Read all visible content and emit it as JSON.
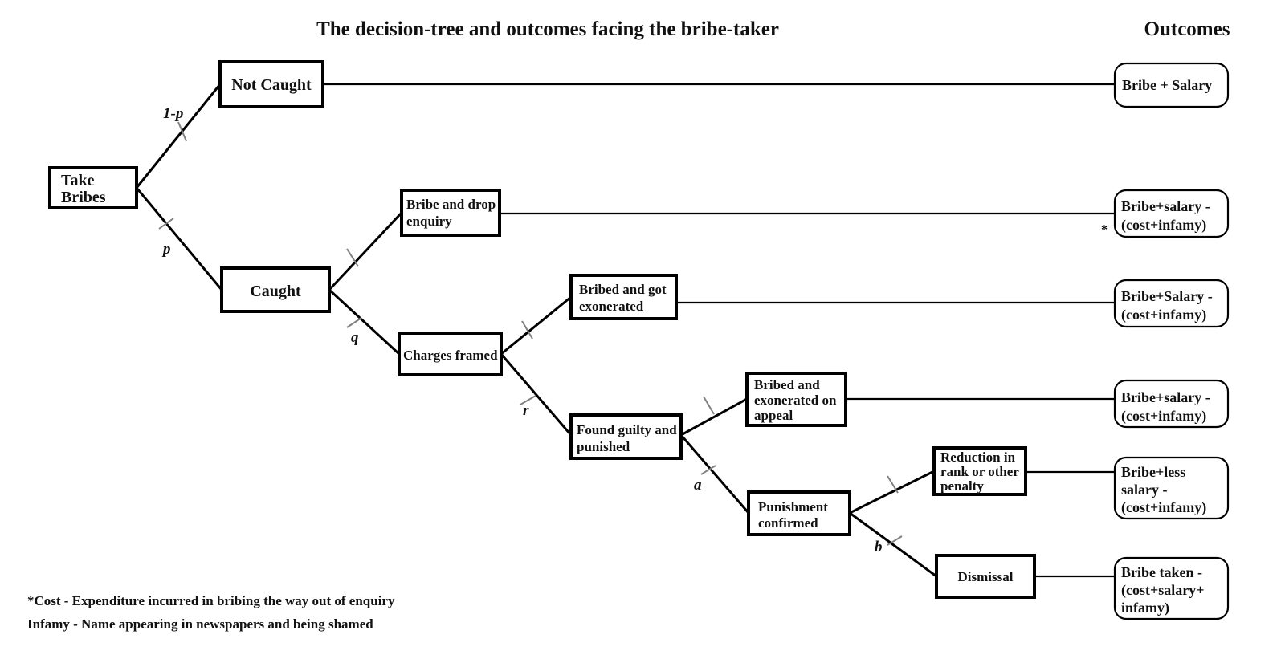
{
  "header": {
    "title": "The decision-tree and outcomes facing the bribe-taker",
    "outcomes_column_title": "Outcomes"
  },
  "nodes": {
    "take_bribes": "Take\nBribes",
    "take_bribes_line1": "Take",
    "take_bribes_line2": "Bribes",
    "not_caught": "Not Caught",
    "caught": "Caught",
    "bribe_and_drop_enquiry_line1": "Bribe and drop",
    "bribe_and_drop_enquiry_line2": "enquiry",
    "charges_framed": "Charges framed",
    "bribed_and_got_exonerated_line1": "Bribed and got",
    "bribed_and_got_exonerated_line2": "exonerated",
    "found_guilty_line1": "Found guilty and",
    "found_guilty_line2": "punished",
    "bribed_exonerated_appeal_line1": "Bribed and",
    "bribed_exonerated_appeal_line2": "exonerated on",
    "bribed_exonerated_appeal_line3": "appeal",
    "punishment_confirmed_line1": "Punishment",
    "punishment_confirmed_line2": "confirmed",
    "reduction_in_rank_line1": "Reduction in",
    "reduction_in_rank_line2": "rank or other",
    "reduction_in_rank_line3": "penalty",
    "dismissal": "Dismissal"
  },
  "probabilities": {
    "not_caught": "1-p",
    "caught": "p",
    "charges_framed": "q",
    "found_guilty": "r",
    "punishment_confirmed": "a",
    "dismissal": "b"
  },
  "outcomes": [
    {
      "id": "outcome-bribe-salary",
      "lines": [
        "Bribe + Salary"
      ]
    },
    {
      "id": "outcome-bribe-salary-minus-cost-infamy-1",
      "lines": [
        "Bribe+salary -",
        "(cost+infamy)"
      ]
    },
    {
      "id": "outcome-bribe-salary-minus-cost-infamy-2",
      "lines": [
        "Bribe+Salary -",
        "(cost+infamy)"
      ]
    },
    {
      "id": "outcome-bribe-salary-minus-cost-infamy-3",
      "lines": [
        "Bribe+salary -",
        "(cost+infamy)"
      ]
    },
    {
      "id": "outcome-bribe-less-salary",
      "lines": [
        "Bribe+less",
        "salary -",
        "(cost+infamy)"
      ]
    },
    {
      "id": "outcome-bribe-taken",
      "lines": [
        "Bribe taken -",
        "(cost+salary+",
        "infamy)"
      ]
    }
  ],
  "outcome_text": {
    "o1_l1": "Bribe + Salary",
    "o2_l1": "Bribe+salary -",
    "o2_l2": "(cost+infamy)",
    "o3_l1": "Bribe+Salary -",
    "o3_l2": "(cost+infamy)",
    "o4_l1": "Bribe+salary -",
    "o4_l2": "(cost+infamy)",
    "o5_l1": "Bribe+less",
    "o5_l2": "salary -",
    "o5_l3": "(cost+infamy)",
    "o6_l1": "Bribe taken -",
    "o6_l2": "(cost+salary+",
    "o6_l3": "infamy)"
  },
  "annotations": {
    "asterisk": "*"
  },
  "footnotes": {
    "cost": "*Cost - Expenditure incurred in bribing the way out of enquiry",
    "infamy": "Infamy - Name appearing in newspapers and being shamed"
  },
  "colors": {
    "background": "#ffffff",
    "ink": "#111111",
    "line": "#000000",
    "tick": "#808080"
  }
}
